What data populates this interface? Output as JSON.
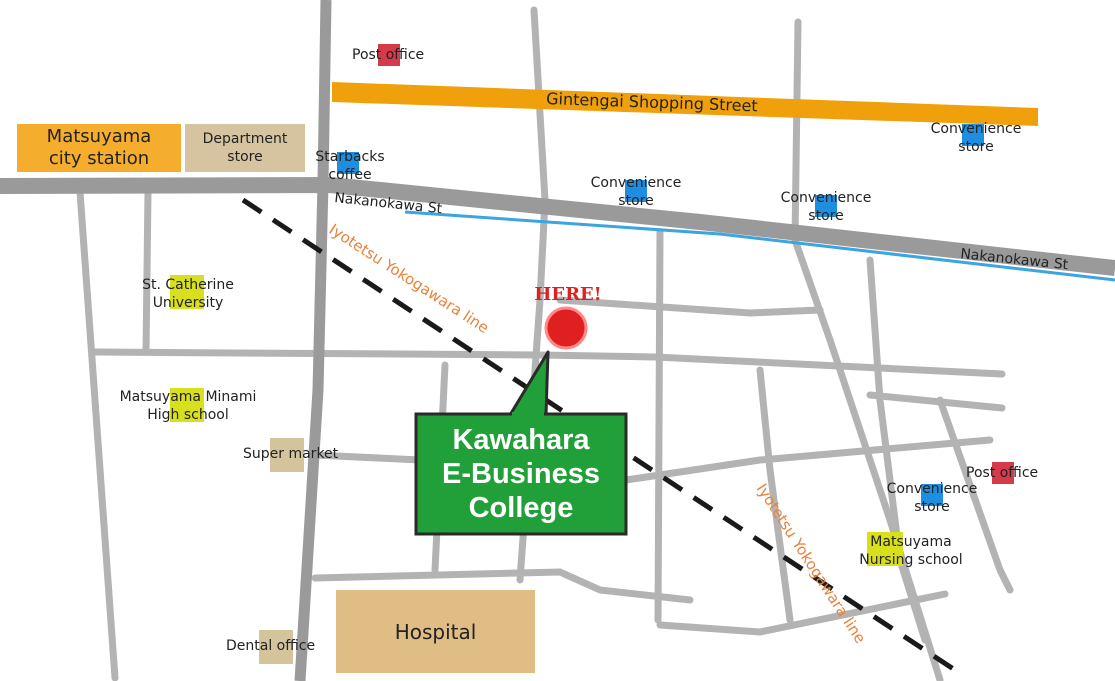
{
  "title": {
    "campus": "Kawahara\nE-Business\nCollege",
    "here": "HERE!"
  },
  "streets": {
    "gintengai": "Gintengai Shopping Street",
    "nakanokawa_west": "Nakanokawa St",
    "nakanokawa_east": "Nakanokawa St",
    "rail_north": "Iyotetsu Yokogawara line",
    "rail_south": "Iyotetsu Yokogawara line"
  },
  "places": {
    "station": "Matsuyama\ncity station",
    "department_store": "Department\nstore",
    "hospital": "Hospital",
    "post_office_north": "Post office",
    "post_office_east": "Post office",
    "starbucks": "Starbacks\ncoffee",
    "convenience_center": "Convenience\nstore",
    "convenience_mid": "Convenience\nstore",
    "convenience_ne": "Convenience\nstore",
    "convenience_se": "Convenience\nstore",
    "st_catherine": "St. Catherine\nUniversity",
    "minami_high": "Matsuyama Minami\nHigh school",
    "super_market": "Super market",
    "nursing_school": "Matsuyama\nNursing school",
    "dental_office": "Dental office"
  },
  "colors": {
    "road": "#b3b3b3",
    "arterial": "#9a9a9a",
    "gintengai": "#f0a00a",
    "river": "#3aa5e0",
    "rail": "#1a1a1a",
    "rail_label": "#e8823a",
    "station_box": "#f4ad2c",
    "tan_box": "#d6c4a0",
    "hospital_box": "#dfbd84",
    "callout": "#21a03a",
    "here_red": "#e02020",
    "convenience": "#1e8fe0",
    "post": "#d43a4a",
    "school": "#d8e01e",
    "shop": "#d4c49c"
  }
}
